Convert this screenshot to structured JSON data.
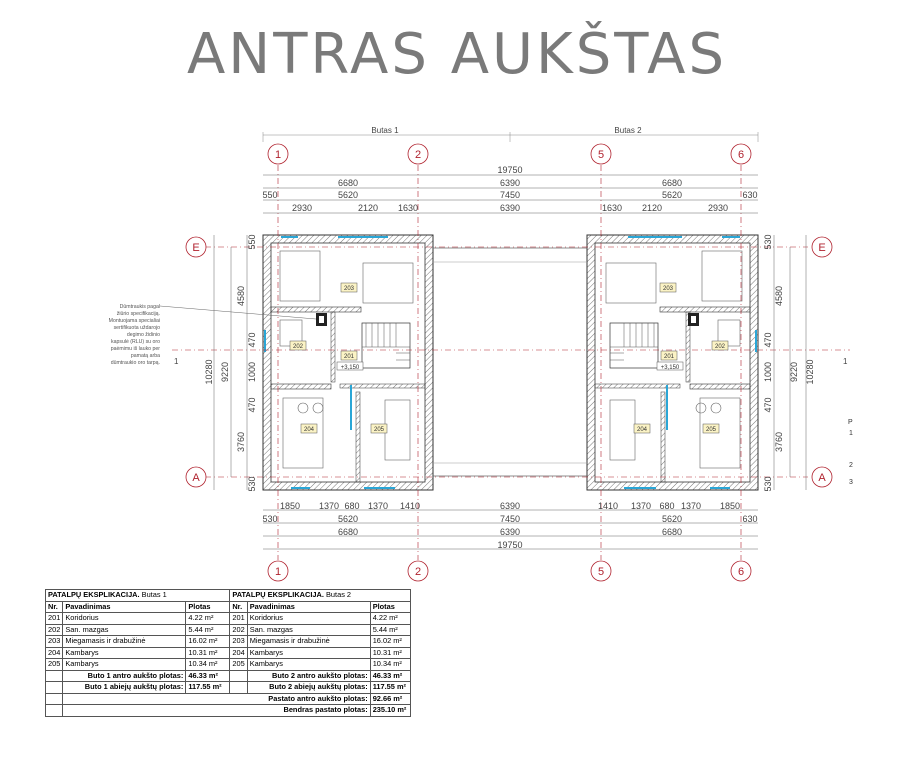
{
  "title": "ANTRAS AUKŠTAS",
  "plan": {
    "apartment_labels": [
      "Butas 1",
      "Butas 2"
    ],
    "axes_numbers": [
      "1",
      "2",
      "5",
      "6"
    ],
    "axes_letters": [
      "E",
      "A"
    ],
    "top_dims": {
      "overall": "19750",
      "row2": [
        "6680",
        "6390",
        "6680"
      ],
      "row3": [
        "550",
        "5620",
        "7450",
        "5620",
        "630"
      ],
      "row4": [
        "2930",
        "2120",
        "1630",
        "6390",
        "1630",
        "2120",
        "2930"
      ]
    },
    "bottom_dims": {
      "row1": [
        "1850",
        "1370",
        "680",
        "1370",
        "1410",
        "6390",
        "1410",
        "1370",
        "680",
        "1370",
        "1850"
      ],
      "row2": [
        "530",
        "5620",
        "7450",
        "5620",
        "630"
      ],
      "row3": [
        "6680",
        "6390",
        "6680"
      ],
      "overall": "19750"
    },
    "left_dims": {
      "seg": [
        "550",
        "4580",
        "470",
        "1000",
        "470",
        "3760",
        "530"
      ],
      "mid": "9220",
      "total": "10280"
    },
    "right_dims": {
      "seg": [
        "530",
        "4580",
        "470",
        "1000",
        "470",
        "3760",
        "530"
      ],
      "mid": "9220",
      "total": "10280"
    },
    "room_tags_1": [
      "201",
      "202",
      "203",
      "204",
      "205"
    ],
    "room_tags_2": [
      "201",
      "202",
      "203",
      "204",
      "205"
    ],
    "level_1": "+3,150",
    "level_2": "+3,150",
    "section_mark": "1",
    "side_labels": [
      "P",
      "1",
      "2",
      "3"
    ],
    "note_lines": [
      "Dūmtraukis pagal",
      "žiūrio specifikaciją.",
      "Montuojama specialiai",
      "sertifikuota uždarojo",
      "degimo židinio",
      "kapsulė (RLU) su oro",
      "paėmimu iš lauko per",
      "pamatą arba",
      "dūmtraukio oro tarpą."
    ]
  },
  "table": {
    "title_prefix": "PATALPŲ EKSPLIKACIJA.",
    "butas1": "Butas 1",
    "butas2": "Butas 2",
    "headers": [
      "Nr.",
      "Pavadinimas",
      "Plotas"
    ],
    "rows": [
      [
        "201",
        "Koridorius",
        "4.22 m²"
      ],
      [
        "202",
        "San. mazgas",
        "5.44 m²"
      ],
      [
        "203",
        "Miegamasis ir drabužinė",
        "16.02 m²"
      ],
      [
        "204",
        "Kambarys",
        "10.31 m²"
      ],
      [
        "205",
        "Kambarys",
        "10.34 m²"
      ]
    ],
    "sum1_label": "Buto 1 antro aukšto plotas:",
    "sum1_value": "46.33 m²",
    "sum2_label": "Buto 2 antro aukšto plotas:",
    "sum2_value": "46.33 m²",
    "total1_label": "Buto 1 abiejų aukštų plotas:",
    "total1_value": "117.55 m²",
    "total2_label": "Buto 2 abiejų aukštų plotas:",
    "total2_value": "117.55 m²",
    "floor_label": "Pastato antro aukšto plotas:",
    "floor_value": "92.66 m²",
    "building_label": "Bendras pastato plotas:",
    "building_value": "235.10 m²"
  }
}
